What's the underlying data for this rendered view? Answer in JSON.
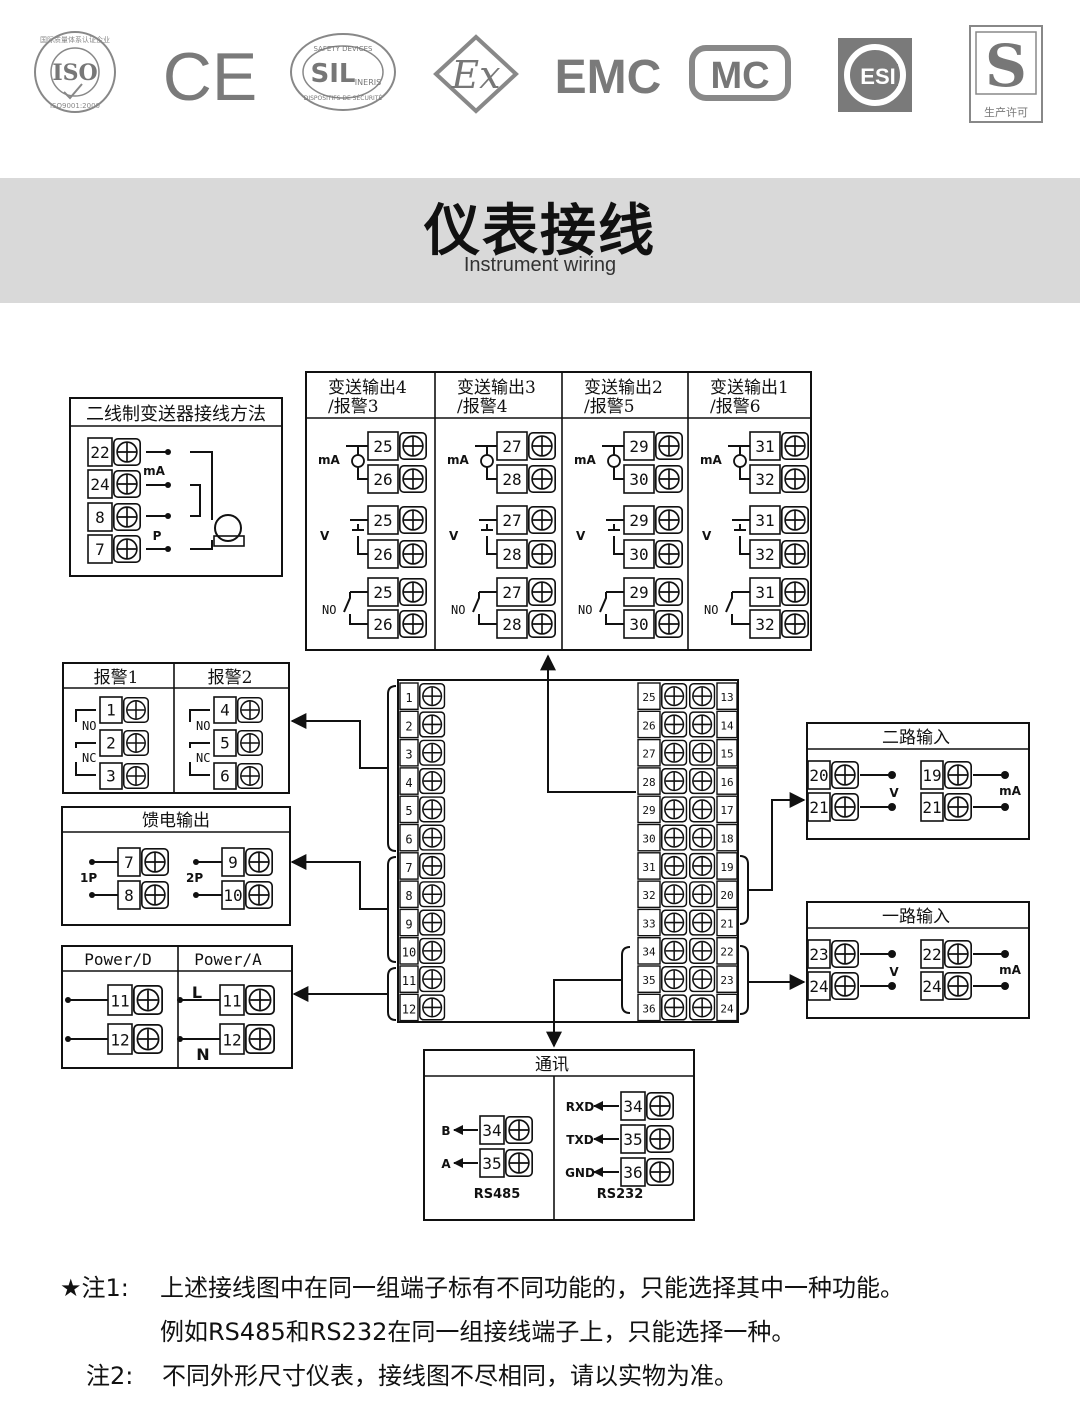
{
  "certifications": {
    "iso": {
      "main": "ISO",
      "ring": "国际质量体系认证企业",
      "sub": "ISO9001:2000"
    },
    "ce": "CE",
    "sil": {
      "main": "SIL",
      "top": "SAFETY DEVICES",
      "mid": "INERIS",
      "bottom": "DISPOSITIFS DE SÉCURITÉ"
    },
    "ex": "Ex",
    "emc": "EMC",
    "mc": "MC",
    "esi": "ESI",
    "qs": {
      "main": "S",
      "caption": "生产许可"
    }
  },
  "banner": {
    "title": "仪表接线",
    "subtitle": "Instrument wiring"
  },
  "two_wire": {
    "title": "二线制变送器接线方法",
    "terminals": [
      "22",
      "24",
      "8",
      "7"
    ],
    "ma_label": "mA",
    "p_label": "P"
  },
  "transmit": {
    "columns": [
      {
        "l1": "变送输出4",
        "l2": "/报警3",
        "t1": "25",
        "t2": "26"
      },
      {
        "l1": "变送输出3",
        "l2": "/报警4",
        "t1": "27",
        "t2": "28"
      },
      {
        "l1": "变送输出2",
        "l2": "/报警5",
        "t1": "29",
        "t2": "30"
      },
      {
        "l1": "变送输出1",
        "l2": "/报警6",
        "t1": "31",
        "t2": "32"
      }
    ],
    "ma": "mA",
    "v": "V",
    "no": "NO"
  },
  "alarm": {
    "a1": {
      "title": "报警1",
      "terms": [
        "1",
        "2",
        "3"
      ]
    },
    "a2": {
      "title": "报警2",
      "terms": [
        "4",
        "5",
        "6"
      ]
    },
    "no": "NO",
    "nc": "NC"
  },
  "feed": {
    "title": "馈电输出",
    "p1": "1P",
    "p2": "2P",
    "p1_terms": [
      "7",
      "8"
    ],
    "p2_terms": [
      "9",
      "10"
    ]
  },
  "power": {
    "d_title": "Power/D",
    "a_title": "Power/A",
    "terms": [
      "11",
      "12"
    ],
    "l": "L",
    "n": "N"
  },
  "main_terminals": {
    "left": [
      "1",
      "2",
      "3",
      "4",
      "5",
      "6",
      "7",
      "8",
      "9",
      "10",
      "11",
      "12"
    ],
    "right_inner": [
      "25",
      "26",
      "27",
      "28",
      "29",
      "30",
      "31",
      "32",
      "33",
      "34",
      "35",
      "36"
    ],
    "right_outer": [
      "13",
      "14",
      "15",
      "16",
      "17",
      "18",
      "19",
      "20",
      "21",
      "22",
      "23",
      "24"
    ]
  },
  "input2": {
    "title": "二路输入",
    "v_terms": [
      "20",
      "21"
    ],
    "ma_terms": [
      "19",
      "21"
    ],
    "v": "V",
    "ma": "mA"
  },
  "input1": {
    "title": "一路输入",
    "v_terms": [
      "23",
      "24"
    ],
    "ma_terms": [
      "22",
      "24"
    ],
    "v": "V",
    "ma": "mA"
  },
  "comm": {
    "title": "通讯",
    "rs485": {
      "label": "RS485",
      "signals": [
        {
          "name": "B",
          "term": "34"
        },
        {
          "name": "A",
          "term": "35"
        }
      ]
    },
    "rs232": {
      "label": "RS232",
      "signals": [
        {
          "name": "RXD",
          "term": "34"
        },
        {
          "name": "TXD",
          "term": "35"
        },
        {
          "name": "GND",
          "term": "36"
        }
      ]
    }
  },
  "notes": {
    "n1_prefix": "★注1:",
    "n1_l1": "上述接线图中在同一组端子标有不同功能的，只能选择其中一种功能。",
    "n1_l2": "例如RS485和RS232在同一组接线端子上，只能选择一种。",
    "n2_prefix": "注2:",
    "n2_text": "不同外形尺寸仪表，接线图不尽相同，请以实物为准。"
  },
  "colors": {
    "ink": "#111111",
    "gray_logo": "#7a7a7a",
    "banner": "#d9d9d9"
  }
}
